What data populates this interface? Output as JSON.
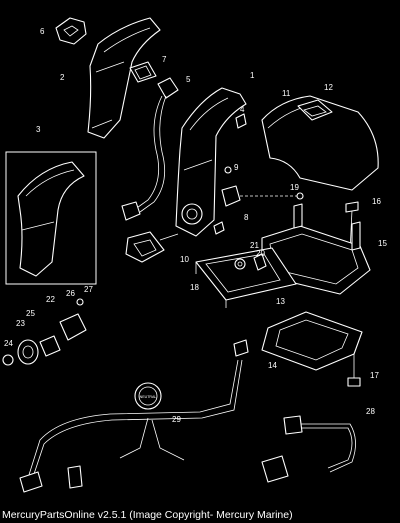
{
  "diagram": {
    "callouts": [
      "1",
      "2",
      "3",
      "4",
      "5",
      "6",
      "7",
      "8",
      "9",
      "10",
      "11",
      "12",
      "13",
      "14",
      "15",
      "16",
      "17",
      "18",
      "19",
      "20",
      "21",
      "22",
      "23",
      "24",
      "25",
      "26",
      "27",
      "28",
      "29"
    ],
    "badge_text": "NEUTRAL"
  },
  "footer": {
    "text": "MercuryPartsOnline v2.5.1 (Image Copyright- Mercury Marine)"
  }
}
